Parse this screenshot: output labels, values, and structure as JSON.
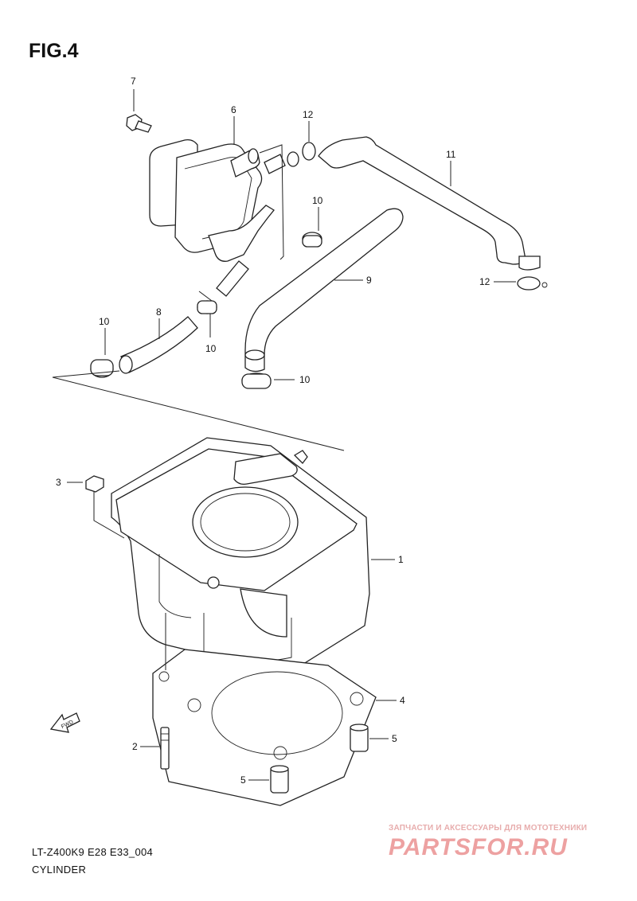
{
  "figure": {
    "title": "FIG.4"
  },
  "callouts": {
    "c1": "1",
    "c2": "2",
    "c3": "3",
    "c4": "4",
    "c5a": "5",
    "c5b": "5",
    "c6": "6",
    "c7": "7",
    "c8": "8",
    "c9": "9",
    "c10a": "10",
    "c10b": "10",
    "c10c": "10",
    "c10d": "10",
    "c11": "11",
    "c12a": "12",
    "c12b": "12"
  },
  "fwd_label": "FWD",
  "footer": {
    "code": "LT-Z400K9 E28 E33_004",
    "name": "CYLINDER"
  },
  "watermark": {
    "top": "ЗАПЧАСТИ И АКСЕССУАРЫ ДЛЯ МОТОТЕХНИКИ",
    "brand": "PARTSFOR.RU"
  }
}
